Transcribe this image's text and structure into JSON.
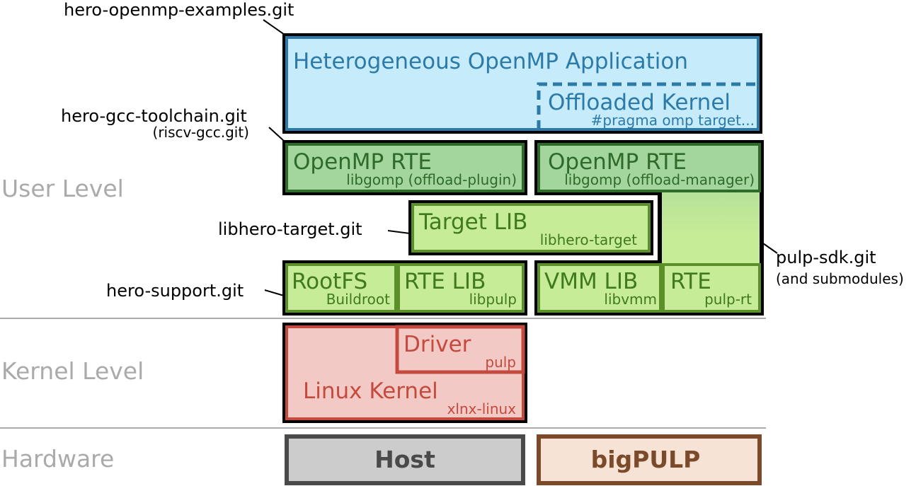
{
  "levels": {
    "user": "User Level",
    "kernel": "Kernel Level",
    "hardware": "Hardware"
  },
  "repos": {
    "openmp_examples": "hero-openmp-examples.git",
    "gcc_toolchain": "hero-gcc-toolchain.git",
    "gcc_toolchain_sub": "(riscv-gcc.git)",
    "libhero_target": "libhero-target.git",
    "hero_support": "hero-support.git",
    "pulp_sdk": "pulp-sdk.git",
    "pulp_sdk_sub": "(and submodules)"
  },
  "blocks": {
    "app": {
      "title": "Heterogeneous OpenMP Application"
    },
    "offloaded_kernel": {
      "title": "Offloaded Kernel",
      "sub": "#pragma omp target..."
    },
    "openmp_rte_host": {
      "title": "OpenMP RTE",
      "sub": "libgomp (offload-plugin)"
    },
    "openmp_rte_accel": {
      "title": "OpenMP RTE",
      "sub": "libgomp (offload-manager)"
    },
    "target_lib": {
      "title": "Target LIB",
      "sub": "libhero-target"
    },
    "rootfs": {
      "title": "RootFS",
      "sub": "Buildroot"
    },
    "rte_lib": {
      "title": "RTE LIB",
      "sub": "libpulp"
    },
    "vmm_lib": {
      "title": "VMM LIB",
      "sub": "libvmm"
    },
    "rte": {
      "title": "RTE",
      "sub": "pulp-rt"
    },
    "driver": {
      "title": "Driver",
      "sub": "pulp"
    },
    "linux_kernel": {
      "title": "Linux Kernel",
      "sub": "xlnx-linux"
    },
    "host": {
      "title": "Host"
    },
    "bigpulp": {
      "title": "bigPULP"
    }
  },
  "colors": {
    "app_fill": "#c6ebfb",
    "app_stroke": "#2c7aa8",
    "rte_fill": "#a3d69c",
    "rte_stroke": "#2e6b2a",
    "lib_fill": "#c7ec97",
    "lib_stroke": "#5a8f2a",
    "kernel_fill": "#f3c9c6",
    "kernel_stroke": "#c44a3e",
    "host_fill": "#cccccc",
    "host_stroke": "#4a4a4a",
    "pulp_fill": "#f6e3d5",
    "pulp_stroke": "#7b4a2b",
    "level_text": "#aaaaaa"
  }
}
